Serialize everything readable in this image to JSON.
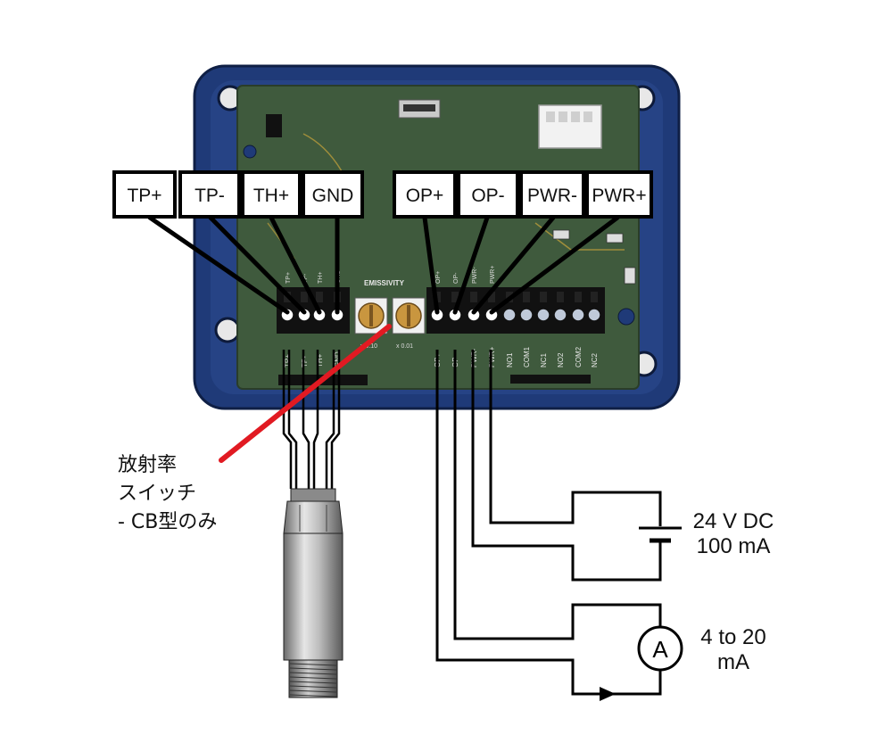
{
  "top_labels": [
    "TP+",
    "TP-",
    "TH+",
    "GND",
    "OP+",
    "OP-",
    "PWR-",
    "PWR+"
  ],
  "pcb": {
    "emissivity": "EMISSIVITY",
    "dial_left": "x 0.10",
    "dial_right": "x 0.01",
    "bottom_labels": [
      "TP+",
      "TP-",
      "TH+",
      "GND",
      "OP+",
      "OP-",
      "PWR-",
      "PWR+",
      "NO1",
      "COM1",
      "NC1",
      "NO2",
      "COM2",
      "NC2"
    ],
    "top_pins": [
      "TP+",
      "TP-",
      "TH+",
      "GND",
      "OP+",
      "OP-",
      "PWR-",
      "PWR+"
    ]
  },
  "switch_note": {
    "line1": "放射率",
    "line2": "スイッチ",
    "line3": "- CB型のみ"
  },
  "power": {
    "line1": "24 V DC",
    "line2": "100 mA"
  },
  "meter": {
    "symbol": "A",
    "line1": "4 to 20",
    "line2": "mA"
  },
  "colors": {
    "enclosure": "#1f3a78",
    "pcb": "#3f5a3d",
    "pointer": "#e11a22"
  }
}
